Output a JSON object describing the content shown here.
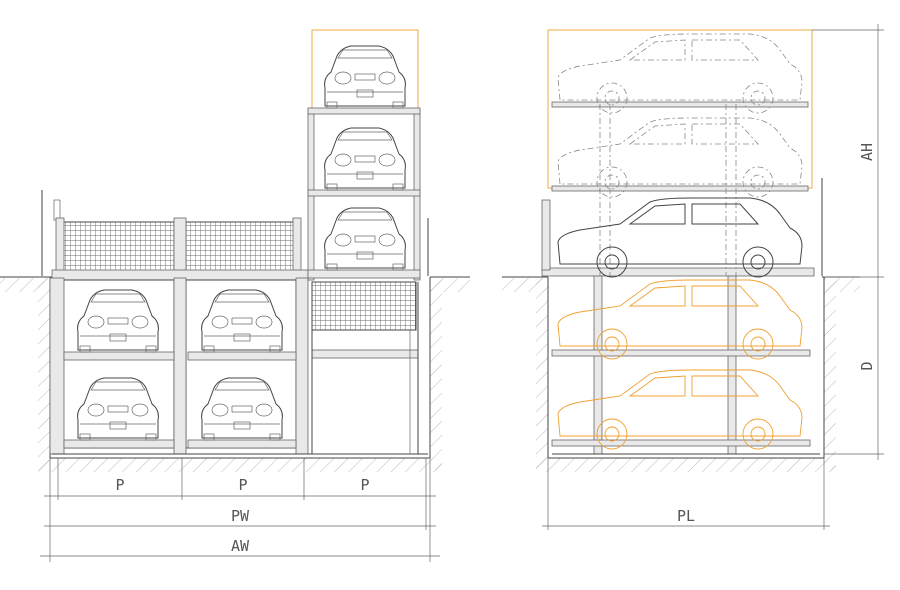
{
  "diagram": {
    "front_view": {
      "dimensions": {
        "bay_1": "P",
        "bay_2": "P",
        "bay_3": "P",
        "pit_width": "PW",
        "overall_width": "AW"
      }
    },
    "side_view": {
      "dimensions": {
        "length": "PL",
        "above_height": "AH",
        "depth": "D"
      }
    },
    "colors": {
      "line": "#444444",
      "accent_orange": "#f0a030",
      "mesh": "#6a6a6a"
    }
  }
}
